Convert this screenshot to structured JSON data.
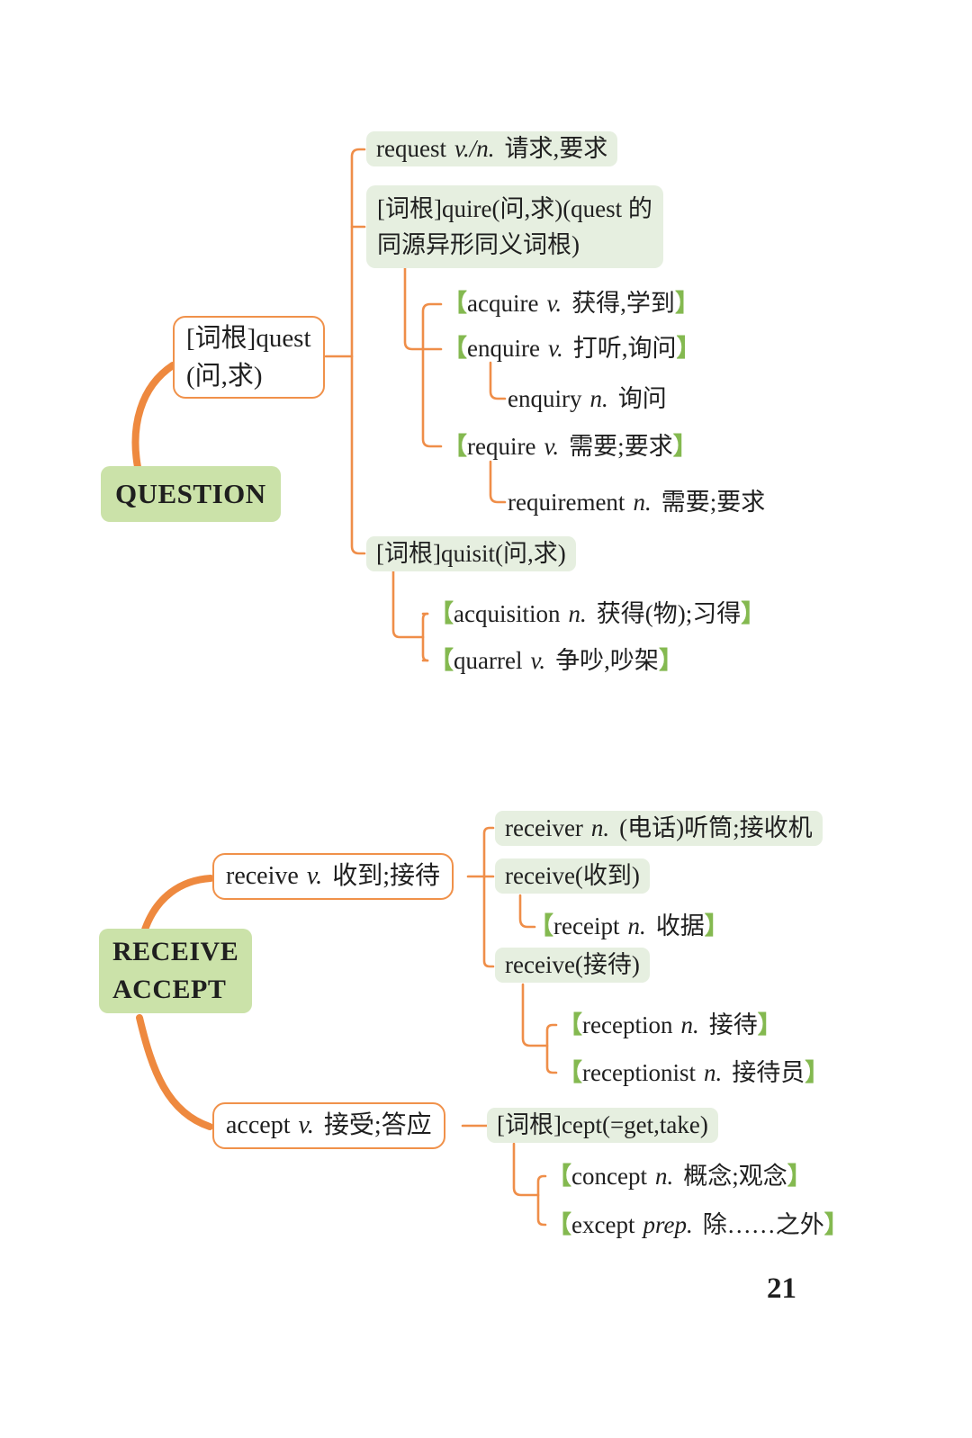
{
  "symbols": {
    "open_bracket": "【",
    "close_bracket": "】"
  },
  "colors": {
    "connector_orange": "#ef8e49",
    "chip_green": "#e6efe0",
    "root_label_green": "#cbe2a9",
    "bracket_green": "#84b950",
    "text_black": "#1f1f1f"
  },
  "page_number": "21",
  "question_map": {
    "root": "QUESTION",
    "quest_box": {
      "line1": "[词根]quest",
      "line2": "(问,求)"
    },
    "request": {
      "en": "request",
      "pos": "v./n.",
      "zh": "请求,要求"
    },
    "quire_box": {
      "line1": "[词根]quire(问,求)(quest 的",
      "line2": "同源异形同义词根)"
    },
    "acquire": {
      "en": "acquire",
      "pos": "v.",
      "zh": "获得,学到"
    },
    "enquire": {
      "en": "enquire",
      "pos": "v.",
      "zh": "打听,询问"
    },
    "enquiry": {
      "en": "enquiry",
      "pos": "n.",
      "zh": "询问"
    },
    "require": {
      "en": "require",
      "pos": "v.",
      "zh": "需要;要求"
    },
    "requirement": {
      "en": "requirement",
      "pos": "n.",
      "zh": "需要;要求"
    },
    "quisit_box": "[词根]quisit(问,求)",
    "acquisition": {
      "en": "acquisition",
      "pos": "n.",
      "zh": "获得(物);习得"
    },
    "quarrel": {
      "en": "quarrel",
      "pos": "v.",
      "zh": "争吵,吵架"
    }
  },
  "receive_map": {
    "root_line1": "RECEIVE",
    "root_line2": "ACCEPT",
    "receive": {
      "en": "receive",
      "pos": "v.",
      "zh": "收到;接待"
    },
    "receiver": {
      "en": "receiver",
      "pos": "n.",
      "zh": "(电话)听筒;接收机"
    },
    "receive_shoudao": "receive(收到)",
    "receipt": {
      "en": "receipt",
      "pos": "n.",
      "zh": "收据"
    },
    "receive_jiedai": "receive(接待)",
    "reception": {
      "en": "reception",
      "pos": "n.",
      "zh": "接待"
    },
    "receptionist": {
      "en": "receptionist",
      "pos": "n.",
      "zh": "接待员"
    },
    "accept": {
      "en": "accept",
      "pos": "v.",
      "zh": "接受;答应"
    },
    "cept_box": "[词根]cept(=get,take)",
    "concept": {
      "en": "concept",
      "pos": "n.",
      "zh": "概念;观念"
    },
    "except": {
      "en": "except",
      "pos": "prep.",
      "zh": "除……之外"
    }
  }
}
